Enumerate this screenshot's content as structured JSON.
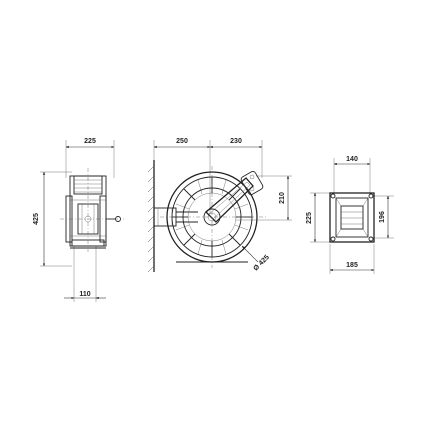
{
  "dimensions": {
    "side_width": "225",
    "side_height": "425",
    "side_offset": "110",
    "front_left": "250",
    "front_right": "230",
    "front_height": "210",
    "front_diameter": "Ø 425",
    "bracket_top": "140",
    "bracket_height_left": "225",
    "bracket_height_right": "196",
    "bracket_bottom": "185"
  }
}
